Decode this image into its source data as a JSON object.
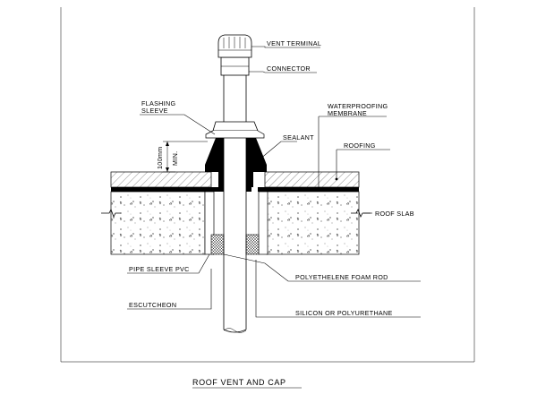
{
  "labels": {
    "vent_terminal": "VENT TERMINAL",
    "connector": "CONNECTOR",
    "flashing_sleeve_1": "FLASHING",
    "flashing_sleeve_2": "SLEEVE",
    "waterproofing_1": "WATERPROOFING",
    "waterproofing_2": "MEMBRANE",
    "sealant": "SEALANT",
    "roofing": "ROOFING",
    "dim_value": "100mm",
    "dim_min": "MIN.",
    "roof_slab": "ROOF SLAB",
    "pipe_sleeve": "PIPE SLEEVE PVC",
    "foam_rod": "POLYETHELENE FOAM ROD",
    "escutcheon": "ESCUTCHEON",
    "silicon": "SILICON OR POLYURETHANE"
  },
  "title": "ROOF VENT AND CAP",
  "colors": {
    "line": "#000000",
    "background": "#ffffff",
    "membrane": "#000000"
  }
}
